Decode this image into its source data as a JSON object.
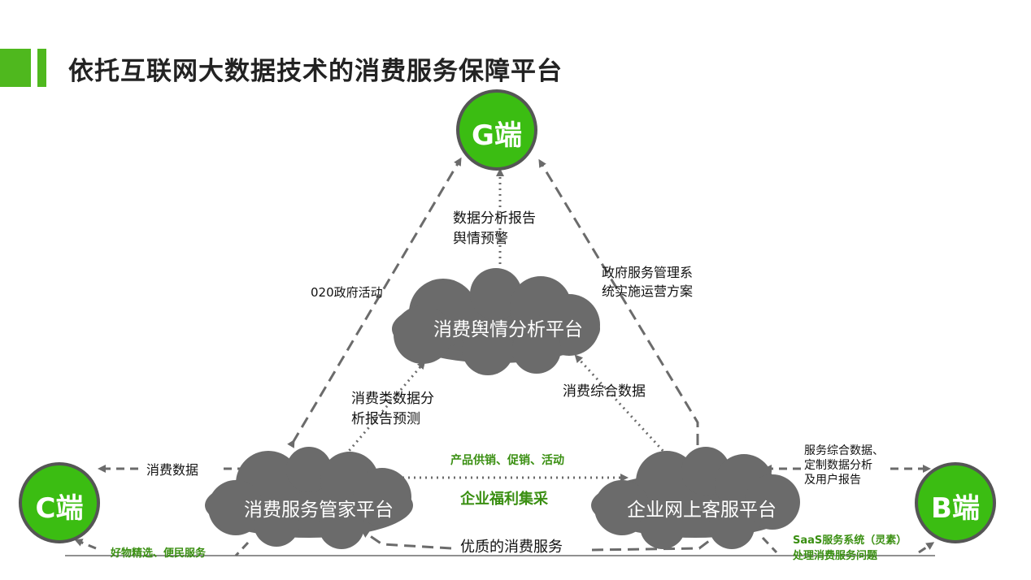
{
  "title": "依托互联网大数据技术的消费服务保障平台",
  "colors": {
    "accent": "#4fb81e",
    "cloud": "#6b6b6b",
    "arrow": "#6b6b6b",
    "green_text": "#3a8f12"
  },
  "nodes": {
    "g": "G端",
    "c": "C端",
    "b": "B端"
  },
  "clouds": {
    "top": "消费舆情分析平台",
    "left": "消费服务管家平台",
    "right": "企业网上客服平台"
  },
  "labels": {
    "g_top_line1": "数据分析报告",
    "g_top_line2": "舆情预警",
    "o2o": "020政府活动",
    "gov_line1": "政府服务管理系",
    "gov_line2": "统实施运营方案",
    "left_up_line1": "消费类数据分",
    "left_up_line2": "析报告预测",
    "right_up": "消费综合数据",
    "consume_data": "消费数据",
    "b_line1": "服务综合数据、",
    "b_line2": "定制数据分析",
    "b_line3": "及用户报告",
    "product": "产品供销、促销、活动",
    "welfare": "企业福利集采",
    "quality": "优质的消费服务",
    "goods": "好物精选、便民服务",
    "saas_line1": "SaaS服务系统（灵素）",
    "saas_line2": "处理消费服务问题"
  }
}
